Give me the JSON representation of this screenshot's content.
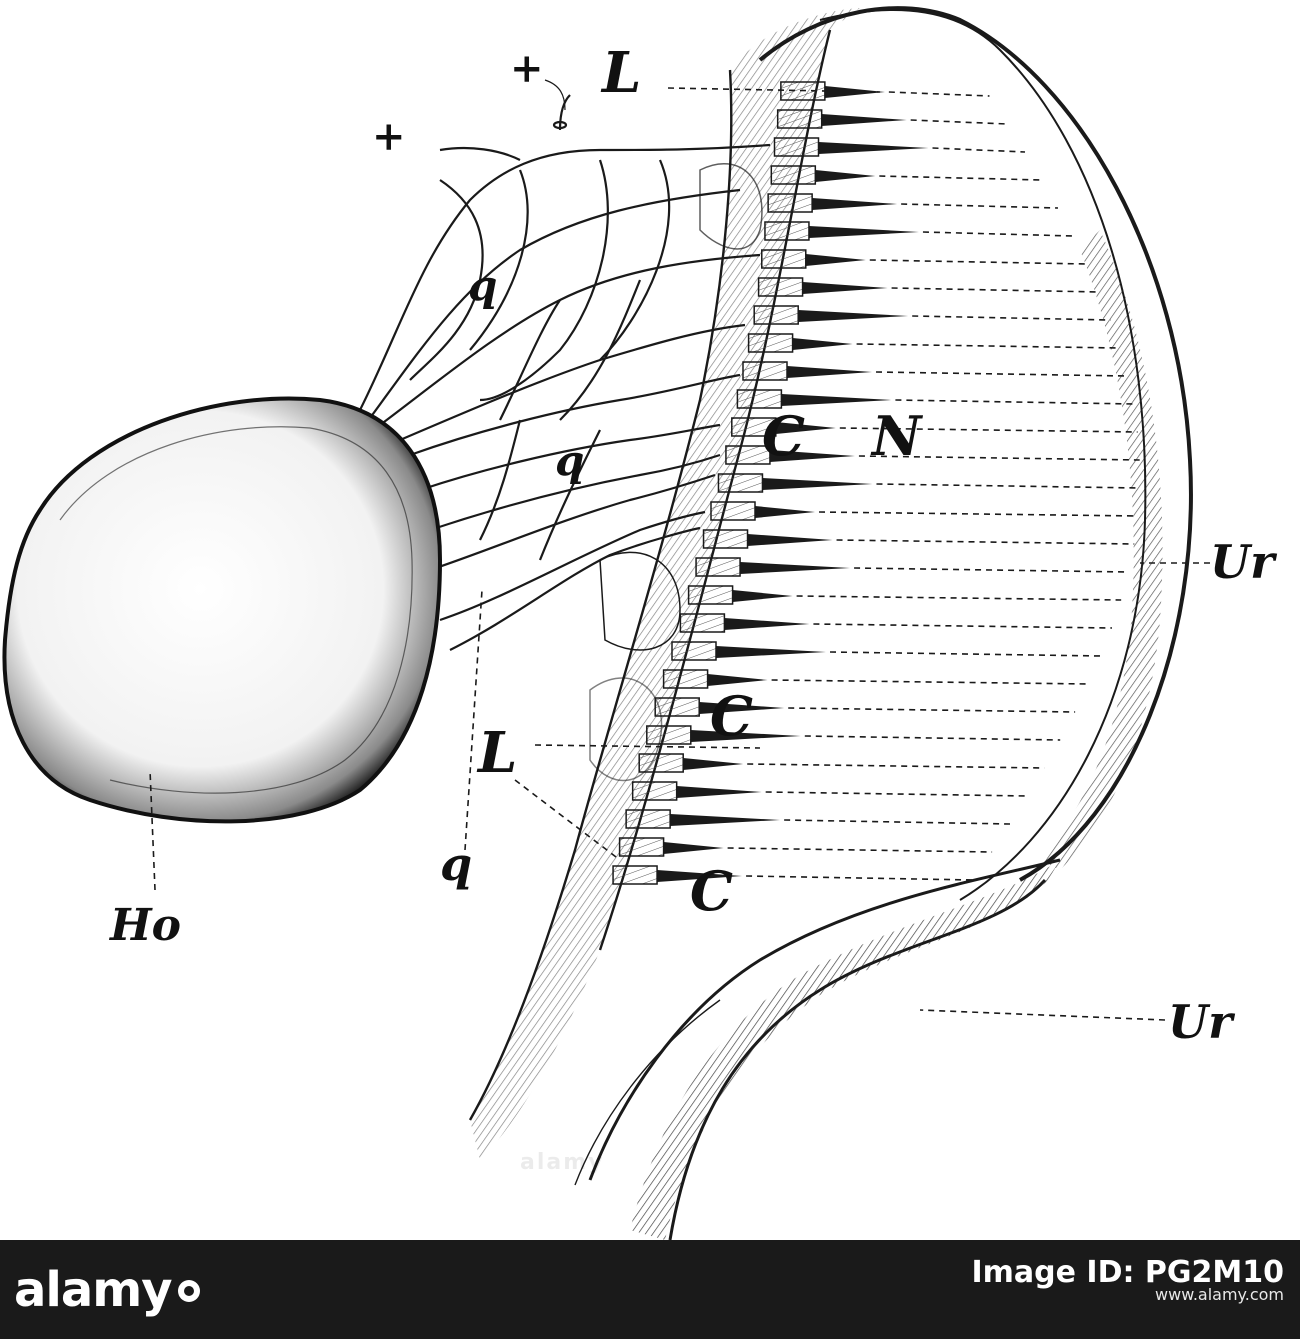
{
  "figure": {
    "labels": {
      "plus_top": "+",
      "plus_left": "+",
      "L_top": "L",
      "q_upper": "q",
      "q_middle": "q",
      "C_mid": "C",
      "N_mid": "N",
      "Ur_right": "Ur",
      "C_lower": "C",
      "L_lower": "L",
      "C_bottom": "C",
      "q_bottom": "q",
      "Ho": "Ho",
      "Ur_bottom": "Ur"
    }
  },
  "footer": {
    "logo": "alamy",
    "image_id_label": "Image ID: PG2M10",
    "url": "www.alamy.com"
  },
  "colors": {
    "ink": "#1a1a1a",
    "background": "#ffffff",
    "footer": "#1a1a1a"
  }
}
